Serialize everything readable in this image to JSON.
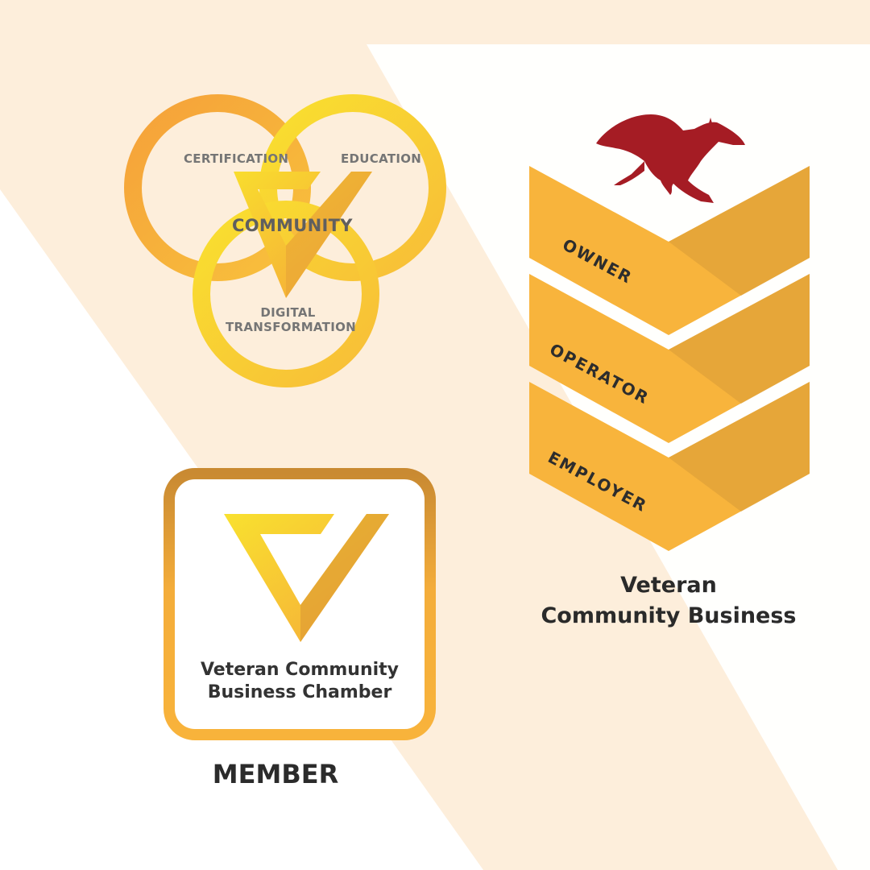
{
  "venn": {
    "certification": "CERTIFICATION",
    "education": "EDUCATION",
    "community": "COMMUNITY",
    "digital_line1": "DIGITAL",
    "digital_line2": "TRANSFORMATION"
  },
  "badge": {
    "line1": "Veteran Community",
    "line2": "Business Chamber",
    "member": "MEMBER"
  },
  "ranks": {
    "owner": "OWNER",
    "operator": "OPERATOR",
    "employer": "EMPLOYER"
  },
  "vcb": {
    "line1": "Veteran",
    "line2": "Community Business"
  },
  "colors": {
    "background": "#fdeedb",
    "gold": "#f8b33b",
    "yellow": "#f7e22e",
    "kangaroo_red": "#a51c24"
  },
  "icons": [
    "kangaroo-icon",
    "v-logo-icon"
  ]
}
